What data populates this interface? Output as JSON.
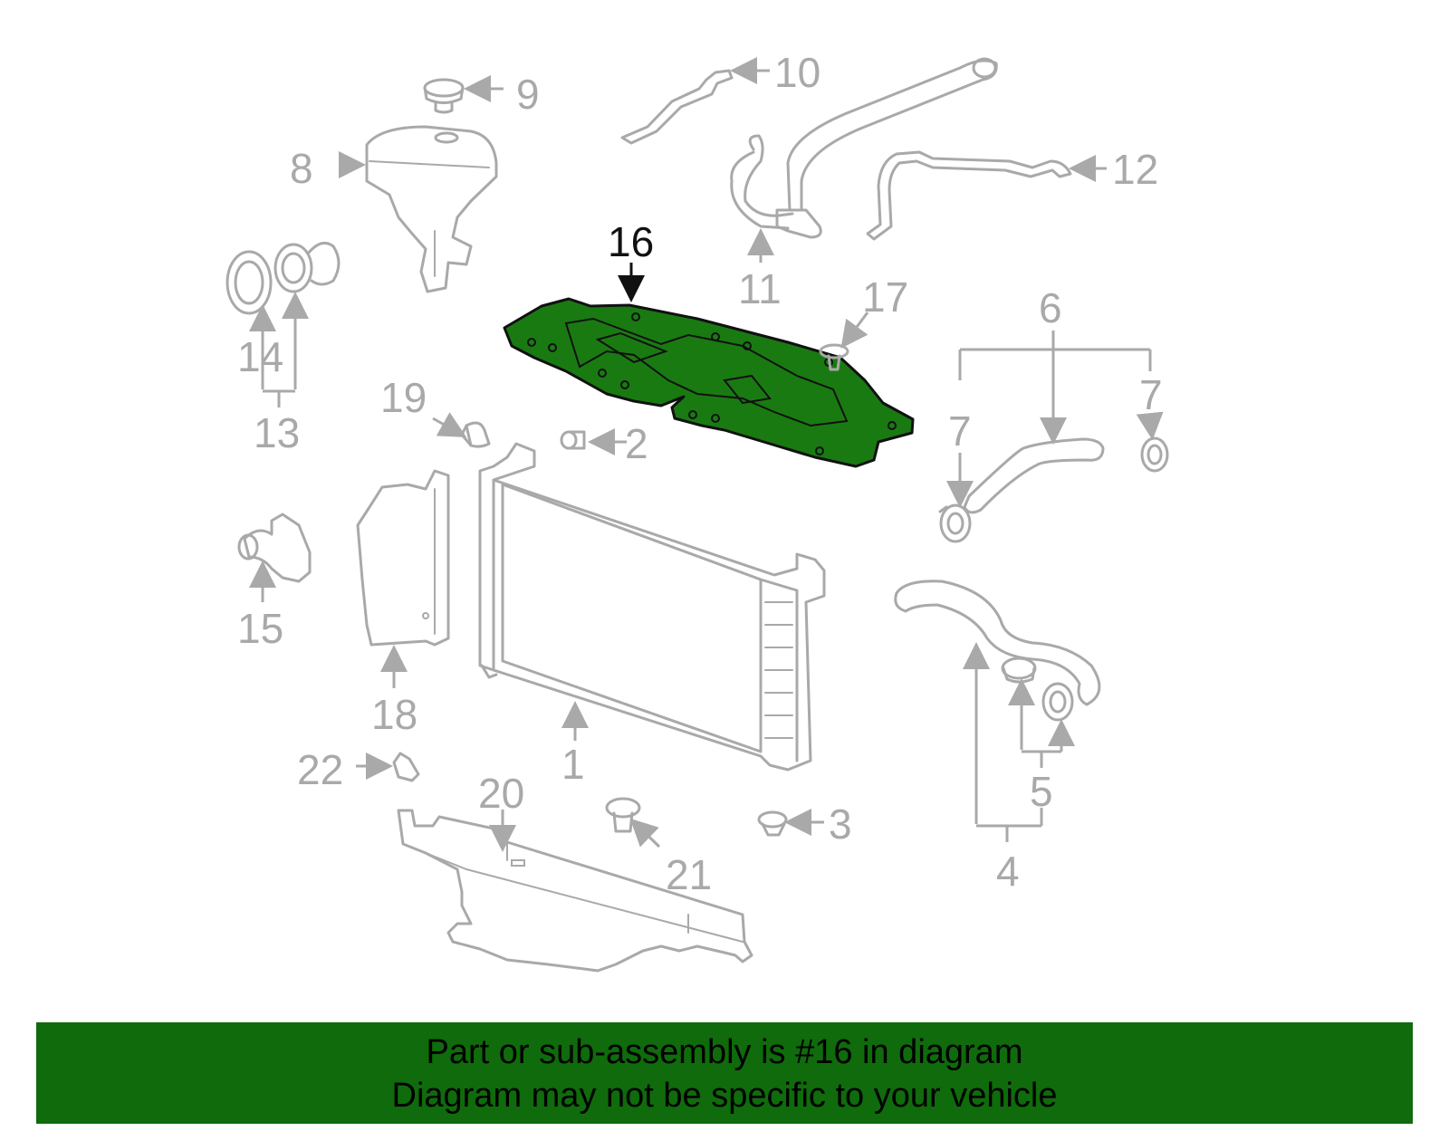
{
  "colors": {
    "part_gray": "#a9a9a9",
    "highlight_fill": "#1a7a12",
    "banner_bg": "#0f6b0b",
    "text_dark": "#111111"
  },
  "highlighted_part": "16",
  "callouts": {
    "c1": "1",
    "c2": "2",
    "c3": "3",
    "c4": "4",
    "c5": "5",
    "c6": "6",
    "c7a": "7",
    "c7b": "7",
    "c8": "8",
    "c9": "9",
    "c10": "10",
    "c11": "11",
    "c12": "12",
    "c13": "13",
    "c14": "14",
    "c15": "15",
    "c16": "16",
    "c17": "17",
    "c18": "18",
    "c19": "19",
    "c20": "20",
    "c21": "21",
    "c22": "22"
  },
  "banner": {
    "line1": "Part or sub-assembly is #16 in diagram",
    "line2": "Diagram may not be specific to your vehicle"
  }
}
